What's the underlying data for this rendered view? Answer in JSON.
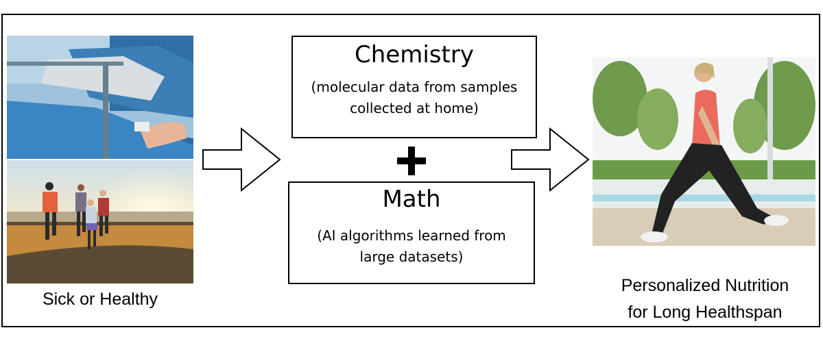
{
  "input": {
    "caption": "Sick or Healthy"
  },
  "chemistry": {
    "title": "Chemistry",
    "description_line1": "(molecular data from samples",
    "description_line2": "collected at home)"
  },
  "operator": {
    "icon": "plus-icon"
  },
  "math": {
    "title": "Math",
    "description_line1": "(AI algorithms learned from",
    "description_line2": "large datasets)"
  },
  "output": {
    "caption_line1": "Personalized Nutrition",
    "caption_line2": "for Long Healthspan"
  },
  "colors": {
    "hospital_blue": "#3a78a8",
    "sunset_gold": "#e0a24a",
    "shirt_coral": "#ea6a5e",
    "foliage_green": "#6f9a4c"
  }
}
